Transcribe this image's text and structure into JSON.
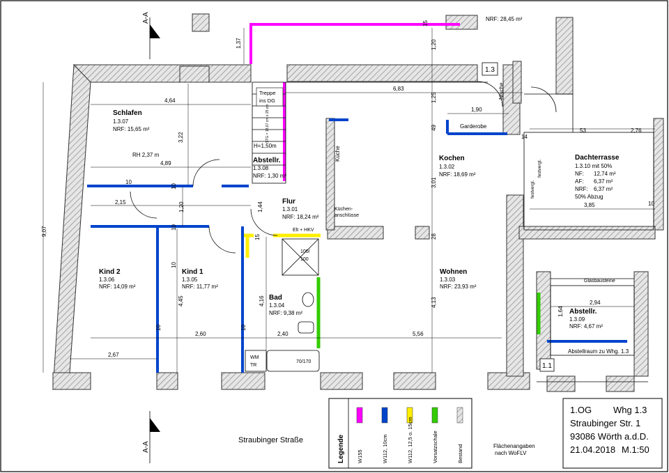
{
  "section_marks": {
    "top": "A-A",
    "bottom": "A-A"
  },
  "unit_labels": {
    "u13": "1.3",
    "u11": "1.1"
  },
  "rooms": {
    "schlafen": {
      "name": "Schlafen",
      "number": "1.3.07",
      "area": "NRF: 15,65 m²",
      "rh": "RH 2,37 m"
    },
    "abstellr": {
      "name": "Abstellr.",
      "number": "1.3.08",
      "area": "NRF: 1,30 m²",
      "h": "H=1,50m"
    },
    "flur": {
      "name": "Flur",
      "number": "1.3.01",
      "area": "NRF: 18,24 m²"
    },
    "kochen": {
      "name": "Kochen",
      "number": "1.3.02",
      "area": "NRF: 18,69 m²"
    },
    "dachterrasse": {
      "name": "Dachterrasse",
      "number": "1.3.10 mit 50%",
      "nf": "NF:",
      "nf_v": "12,74 m²",
      "af": "AF:",
      "af_v": "6,37 m²",
      "nrf": "NRF:",
      "nrf_v": "6,37 m²",
      "abzug": "50% Abzug"
    },
    "kind2": {
      "name": "Kind 2",
      "number": "1.3.06",
      "area": "NRF: 14,09 m²"
    },
    "kind1": {
      "name": "Kind 1",
      "number": "1.3.05",
      "area": "NRF: 11,77 m²"
    },
    "bad": {
      "name": "Bad",
      "number": "1.3.04",
      "area": "NRF: 9,38 m²"
    },
    "wohnen": {
      "name": "Wohnen",
      "number": "1.3.03",
      "area": "NRF: 23,93 m²"
    },
    "abstellr2": {
      "name": "Abstellr.",
      "number": "1.3.09",
      "area": "NRF: 4,67 m²"
    }
  },
  "labels": {
    "nrf_top": "NRF:  28,45 m²",
    "treppe1": "Treppe",
    "treppe2": "ins DG",
    "stair_small": "STG = 18,67 cm x 25 cm",
    "garderobe": "Garderobe",
    "nische": "Nische",
    "kueche": "Küche",
    "kuechen1": "Küchen-",
    "kuechen2": "anschlüsse",
    "elt": "Elt + HKV",
    "shower1": "100/",
    "shower2": "100",
    "tub": "70/170",
    "wm": "WM",
    "tr": "TR",
    "festvergl1": "festvergl.",
    "festvergl2": "festvergl.",
    "glasbausteine": "Glasbausteine",
    "abstellraum": "Abstellraum zu Whg. 1.3",
    "street": "Straubinger Straße",
    "flaechen1": "Flächenangaben",
    "flaechen2": "nach WoFLV"
  },
  "dimensions": {
    "d464": "4,64",
    "d322": "3,22",
    "d489": "4,89",
    "d137": "1,37",
    "d683": "6,83",
    "d120a": "1,20",
    "d125": "1,25",
    "d190": "1,90",
    "d15a": "15",
    "d49": "49",
    "d14": "14",
    "d53": "53",
    "d276": "2,76",
    "d301": "3,01",
    "d385": "3,85",
    "d10a": "10",
    "d10b": "10",
    "d10c": "10",
    "d10d": "10",
    "d10e": "10",
    "d10f": "10",
    "d10g": "10",
    "d215": "2,15",
    "d120b": "1,20",
    "d144": "1,44",
    "d15b": "15",
    "d28": "28",
    "d907": "9,07",
    "d445": "4,45",
    "d416": "4,16",
    "d413": "4,13",
    "d260": "2,60",
    "d240": "2,40",
    "d556": "5,56",
    "d267": "2,67",
    "d294": "2,94",
    "d164": "1,64"
  },
  "legend": {
    "title": "Legende",
    "items": [
      {
        "label": "W155",
        "color": "#ff00ff"
      },
      {
        "label": "W112, 10cm",
        "color": "#0044cc"
      },
      {
        "label": "W112, 12,5 o. 15cm",
        "color": "#ffee00"
      },
      {
        "label": "Vorsatzschale",
        "color": "#33cc00"
      },
      {
        "label": "Bestand",
        "color": "#bbbbbb"
      }
    ]
  },
  "title_block": {
    "floor": "1.OG",
    "unit": "Whg 1.3",
    "street": "Straubinger Str. 1",
    "city": "93086 Wörth a.d.D.",
    "date": "21.04.2018",
    "scale": "M.1:50"
  }
}
